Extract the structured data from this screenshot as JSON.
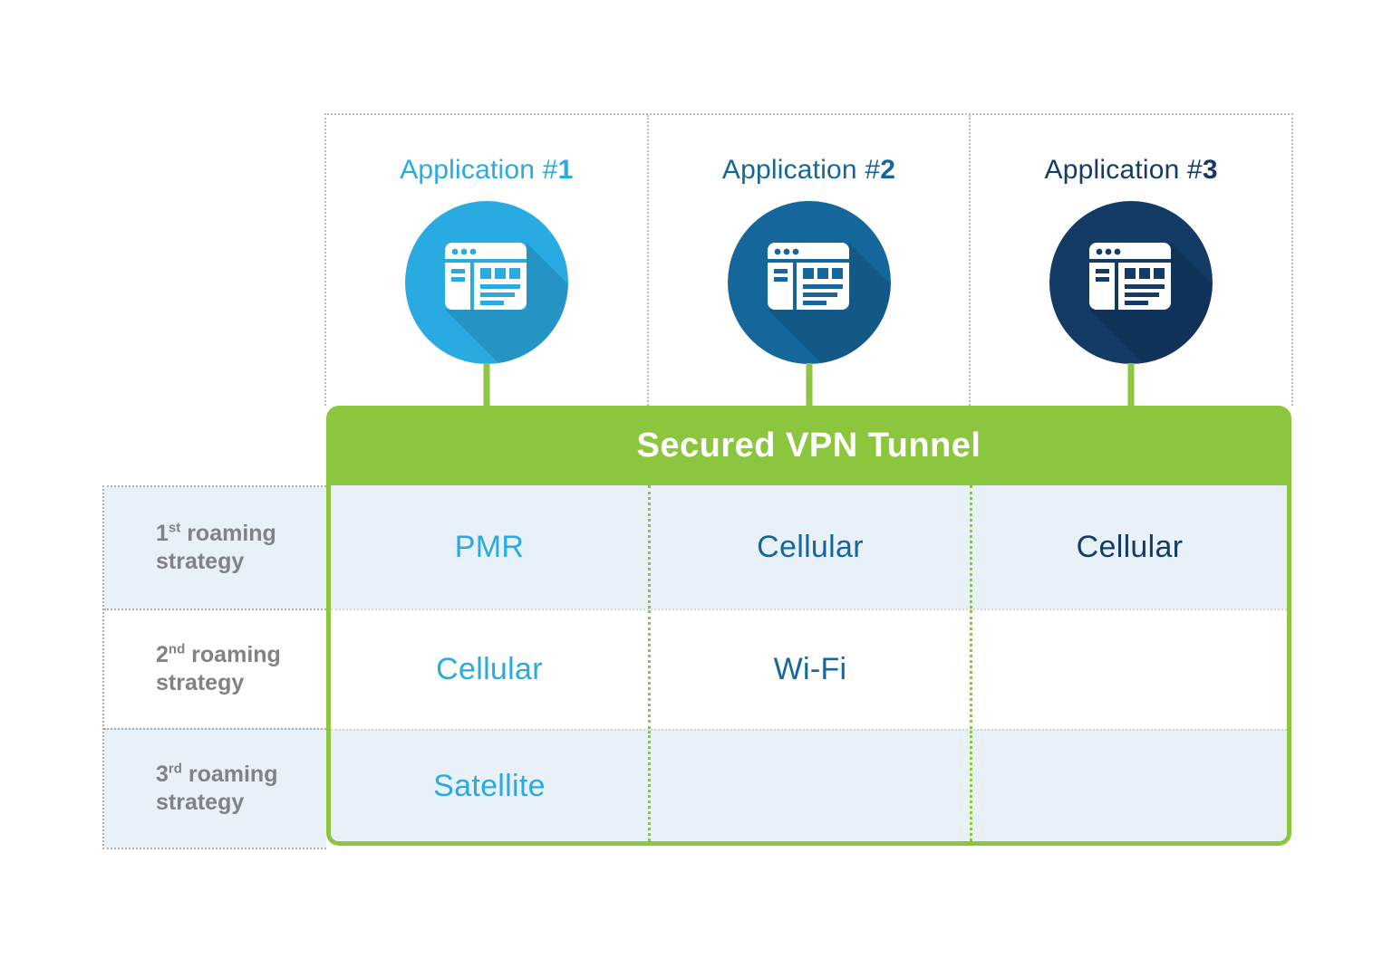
{
  "apps": [
    {
      "label_prefix": "Application #",
      "number": "1",
      "color": "#29ABE2"
    },
    {
      "label_prefix": "Application #",
      "number": "2",
      "color": "#15679B"
    },
    {
      "label_prefix": "Application #",
      "number": "3",
      "color": "#143A66"
    }
  ],
  "tunnel": {
    "title": "Secured VPN Tunnel",
    "color": "#8CC63F"
  },
  "strategies": [
    {
      "ordinal": "1",
      "suffix": "st",
      "label": " roaming strategy"
    },
    {
      "ordinal": "2",
      "suffix": "nd",
      "label": " roaming strategy"
    },
    {
      "ordinal": "3",
      "suffix": "rd",
      "label": " roaming strategy"
    }
  ],
  "matrix": {
    "rows": [
      {
        "cells": [
          "PMR",
          "Cellular",
          "Cellular"
        ]
      },
      {
        "cells": [
          "Cellular",
          "Wi-Fi",
          ""
        ]
      },
      {
        "cells": [
          "Satellite",
          "",
          ""
        ]
      }
    ]
  },
  "colors": {
    "green": "#8CC63F",
    "light_row_bg": "#E9F1F8",
    "white_row_bg": "#FFFFFF",
    "label_text": "#808285"
  }
}
